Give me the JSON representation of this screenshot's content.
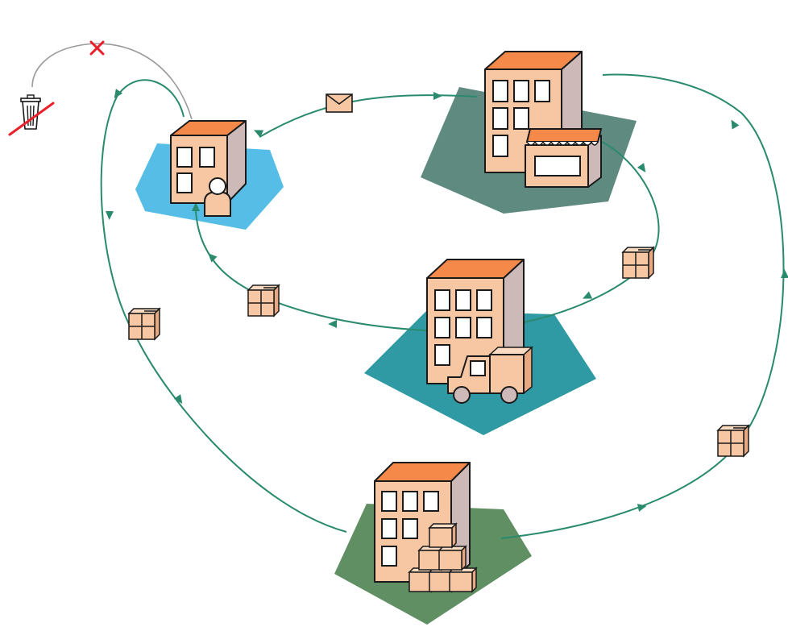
{
  "diagram": {
    "type": "circular-supply-chain",
    "nodes": [
      {
        "id": "consumer",
        "icon": "consumer-building-icon",
        "color": "#55bde6"
      },
      {
        "id": "retailer",
        "icon": "retail-store-building-icon",
        "color": "#5f8a80"
      },
      {
        "id": "distributor",
        "icon": "distribution-truck-building-icon",
        "color": "#2f9aa4"
      },
      {
        "id": "manufacturer",
        "icon": "warehouse-building-icon",
        "color": "#5f8f62"
      }
    ],
    "flows": [
      {
        "from": "consumer",
        "to": "retailer",
        "carrier": "envelope-icon"
      },
      {
        "from": "retailer",
        "to": "distributor",
        "carrier": "package-icon"
      },
      {
        "from": "distributor",
        "to": "consumer",
        "carrier": "package-icon"
      },
      {
        "from": "consumer",
        "to": "manufacturer",
        "carrier": "package-icon"
      },
      {
        "from": "manufacturer",
        "to": "retailer",
        "carrier": "package-icon"
      },
      {
        "from": "consumer",
        "to": "disposal",
        "carrier": "discard-x-icon"
      }
    ],
    "disposal": {
      "icon": "trash-can-icon",
      "crossed": true
    },
    "colors": {
      "flow": "#2a8a6e",
      "building": "#f7c6a3",
      "roof": "#f5894a",
      "cross": "#e8202a"
    }
  }
}
